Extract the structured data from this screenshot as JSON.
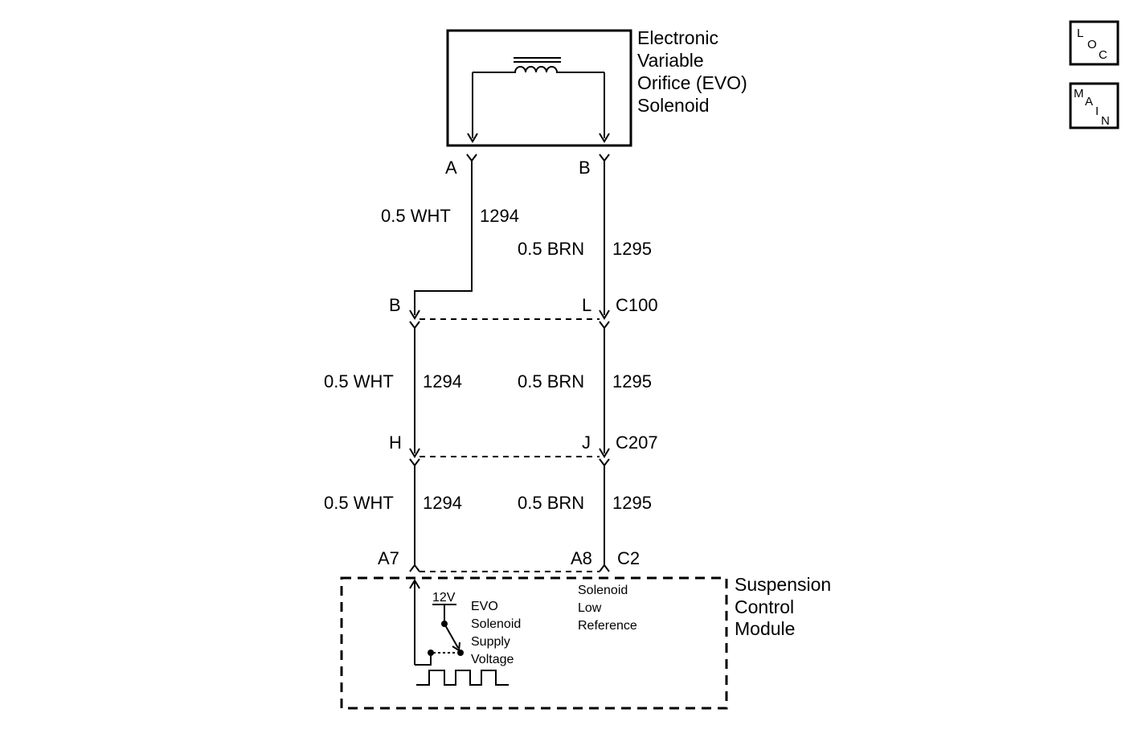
{
  "component": {
    "title_lines": [
      "Electronic",
      "Variable",
      "Orifice (EVO)",
      "Solenoid"
    ],
    "terminal_a": "A",
    "terminal_b": "B"
  },
  "wires": {
    "left_top": {
      "gauge_color": "0.5 WHT",
      "circuit": "1294"
    },
    "right_top": {
      "gauge_color": "0.5 BRN",
      "circuit": "1295"
    },
    "left_mid": {
      "gauge_color": "0.5 WHT",
      "circuit": "1294"
    },
    "right_mid": {
      "gauge_color": "0.5 BRN",
      "circuit": "1295"
    },
    "left_low": {
      "gauge_color": "0.5 WHT",
      "circuit": "1294"
    },
    "right_low": {
      "gauge_color": "0.5 BRN",
      "circuit": "1295"
    }
  },
  "connectors": {
    "c100": {
      "name": "C100",
      "left_pin": "B",
      "right_pin": "L"
    },
    "c207": {
      "name": "C207",
      "left_pin": "H",
      "right_pin": "J"
    },
    "c2": {
      "name": "C2",
      "left_pin": "A7",
      "right_pin": "A8"
    }
  },
  "module": {
    "title_lines": [
      "Suspension",
      "Control",
      "Module"
    ],
    "supply_voltage": "12V",
    "left_circuit_lines": [
      "EVO",
      "Solenoid",
      "Supply",
      "Voltage"
    ],
    "right_circuit_lines": [
      "Solenoid",
      "Low",
      "Reference"
    ]
  },
  "nav_buttons": {
    "loc": [
      "L",
      "O",
      "C"
    ],
    "main": [
      "M",
      "A",
      "I",
      "N"
    ]
  }
}
